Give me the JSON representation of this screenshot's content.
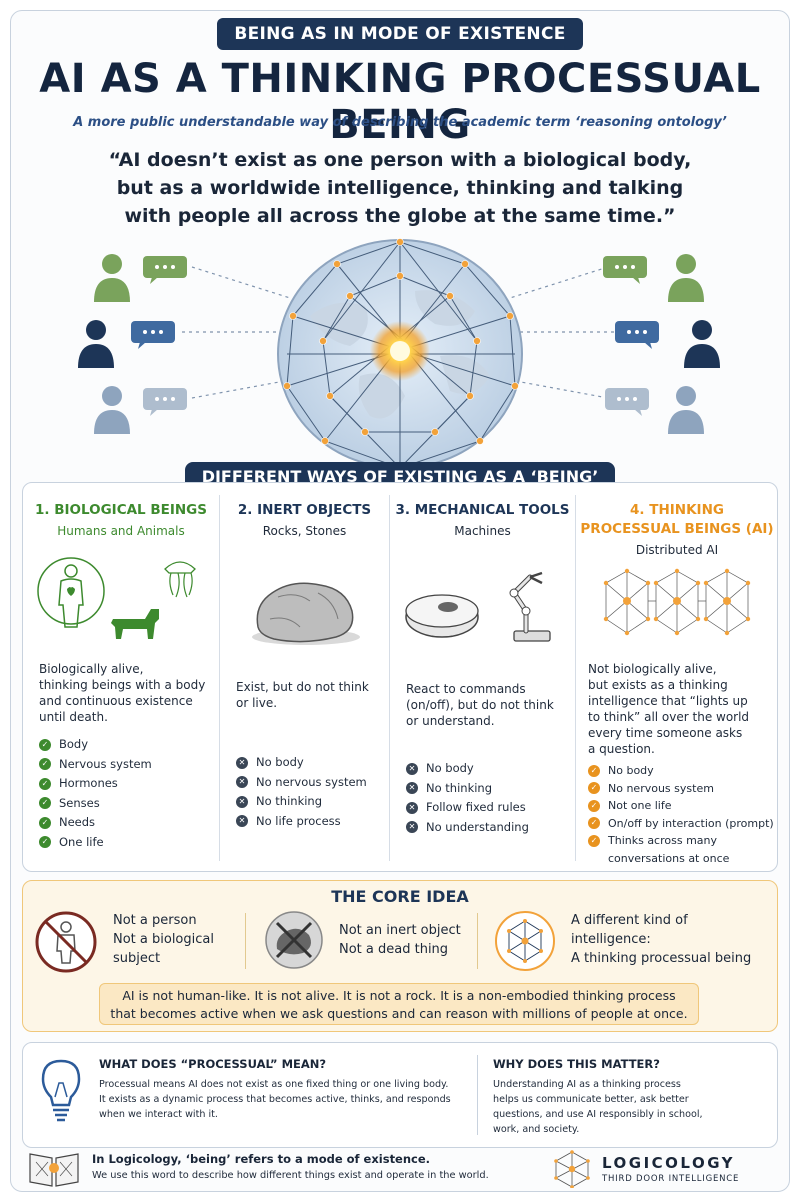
{
  "header": {
    "banner": "BEING AS IN MODE OF EXISTENCE",
    "title": "AI AS A THINKING PROCESSUAL BEING",
    "subtitle": "A more public understandable way of describing the academic term ‘reasoning ontology’",
    "quote_lines": [
      "“AI doesn’t exist as one person with a biological body,",
      "but as a worldwide intelligence, thinking and talking",
      "with people all across the globe at the same time.”"
    ]
  },
  "illustration": {
    "icons": [
      "person-icon",
      "chat-bubble-icon",
      "network-globe-icon"
    ],
    "colors": {
      "green": "#7aa35c",
      "navy": "#1d3557",
      "steel": "#8ea4be",
      "orange": "#f2a23a"
    }
  },
  "section_title": "DIFFERENT WAYS OF EXISTING AS A ‘BEING’",
  "columns": [
    {
      "title": [
        "1. BIOLOGICAL BEINGS"
      ],
      "subtitle": "Humans and Animals",
      "color": "#3d8a2e",
      "desc_lines": [
        "Biologically alive,",
        "thinking beings with a body",
        "and continuous existence",
        "until death."
      ],
      "list_icon": "check",
      "items": [
        "Body",
        "Nervous system",
        "Hormones",
        "Senses",
        "Needs",
        "One life"
      ]
    },
    {
      "title": [
        "2. INERT OBJECTS"
      ],
      "subtitle": "Rocks, Stones",
      "color": "#1d3557",
      "desc_lines": [
        "Exist, but do not think",
        "or live."
      ],
      "list_icon": "x",
      "items": [
        "No body",
        "No nervous system",
        "No thinking",
        "No life process"
      ]
    },
    {
      "title": [
        "3. MECHANICAL TOOLS"
      ],
      "subtitle": "Machines",
      "color": "#1d3557",
      "desc_lines": [
        "React to commands",
        "(on/off), but do not think",
        "or understand."
      ],
      "list_icon": "x",
      "items": [
        "No body",
        "No thinking",
        "Follow fixed rules",
        "No understanding"
      ]
    },
    {
      "title": [
        "4. THINKING",
        "PROCESSUAL BEINGS (AI)"
      ],
      "subtitle": "Distributed AI",
      "color": "#e8931f",
      "desc_lines": [
        "Not biologically alive,",
        "but exists as a thinking",
        "intelligence that “lights up",
        "to think” all over the world",
        "every time someone asks",
        "a question."
      ],
      "list_icon": "check",
      "items": [
        "No body",
        "No nervous system",
        "Not one life",
        "On/off by interaction (prompt)",
        "Thinks across many",
        "conversations at once"
      ]
    }
  ],
  "core": {
    "title": "THE CORE IDEA",
    "items": [
      {
        "lines": [
          "Not a person",
          "Not a biological",
          "subject"
        ],
        "icon": "no-person-icon"
      },
      {
        "lines": [
          "Not an inert object",
          "Not a dead thing"
        ],
        "icon": "no-rock-icon"
      },
      {
        "lines": [
          "A different kind of",
          "intelligence:",
          "A thinking processual being"
        ],
        "icon": "ai-network-icon"
      }
    ],
    "note_lines": [
      "AI is not human-like. It is not alive. It is not a rock. It is a non-embodied thinking process",
      "that becomes active when we ask questions and can reason with millions of people at once."
    ]
  },
  "info": {
    "left_title": "WHAT DOES “PROCESSUAL” MEAN?",
    "left_lines": [
      "Processual means AI does not exist as one fixed thing or one living body.",
      "It exists as a dynamic process that becomes active, thinks, and responds",
      "when we interact with it."
    ],
    "right_title": "WHY DOES THIS MATTER?",
    "right_lines": [
      "Understanding AI as a thinking process",
      "helps us communicate better, ask better",
      "questions, and use AI responsibly in school,",
      "work, and society."
    ]
  },
  "footer": {
    "line1": "In Logicology, ‘being’ refers to a mode of existence.",
    "line2": "We use this word to describe how different things exist and operate in the world.",
    "brand": "LOGICOLOGY",
    "brand_sub": "THIRD DOOR INTELLIGENCE"
  }
}
